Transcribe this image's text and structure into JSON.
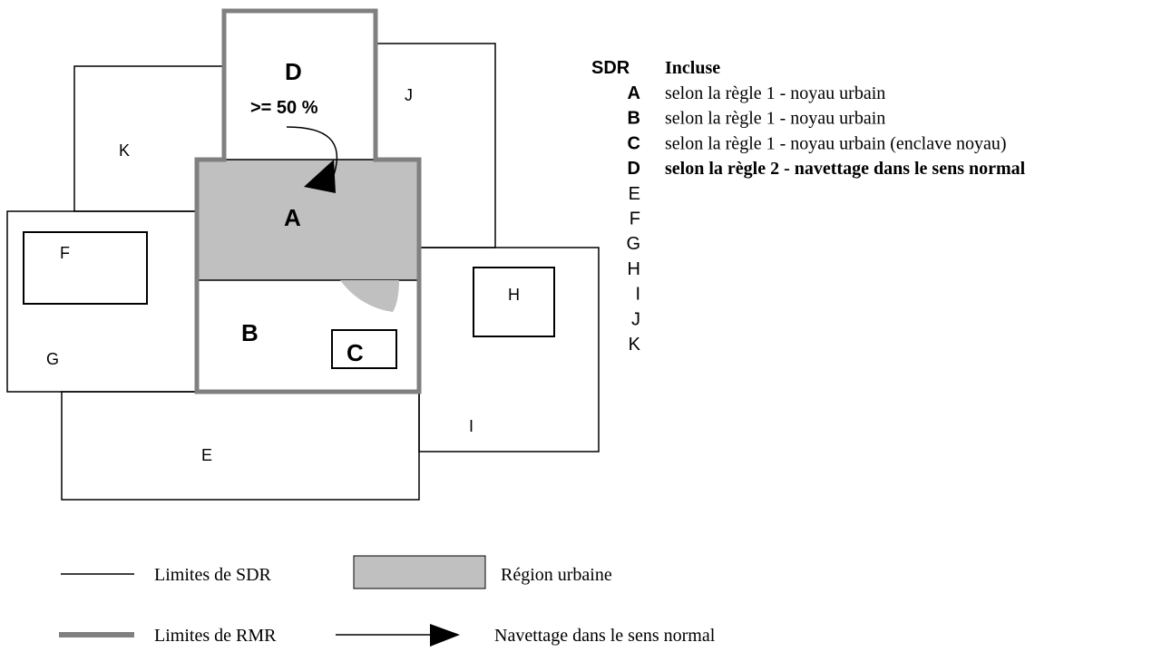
{
  "colors": {
    "line": "#000000",
    "rmr_border": "#808080",
    "urban_fill": "#c0c0c0",
    "background": "#ffffff"
  },
  "map": {
    "region_labels": {
      "K": "K",
      "J": "J",
      "F": "F",
      "G": "G",
      "H": "H",
      "I": "I",
      "E": "E",
      "A": "A",
      "B": "B",
      "C": "C",
      "D": "D"
    },
    "d_percent": ">= 50 %"
  },
  "list": {
    "header_code": "SDR",
    "header_desc": "Incluse",
    "items": [
      {
        "code": "A",
        "desc": "selon la règle 1 - noyau urbain",
        "bold": false
      },
      {
        "code": "B",
        "desc": "selon la règle 1 - noyau urbain",
        "bold": false
      },
      {
        "code": "C",
        "desc": "selon la règle 1 - noyau urbain (enclave noyau)",
        "bold": false
      },
      {
        "code": "D",
        "desc": "selon la règle 2 - navettage dans le sens normal",
        "bold": true
      },
      {
        "code": "E",
        "desc": "",
        "bold": false
      },
      {
        "code": "F",
        "desc": "",
        "bold": false
      },
      {
        "code": "G",
        "desc": "",
        "bold": false
      },
      {
        "code": "H",
        "desc": "",
        "bold": false
      },
      {
        "code": "I",
        "desc": "",
        "bold": false
      },
      {
        "code": "J",
        "desc": "",
        "bold": false
      },
      {
        "code": "K",
        "desc": "",
        "bold": false
      }
    ]
  },
  "legend": {
    "sdr_limits": "Limites de SDR",
    "urban_region": "Région urbaine",
    "rmr_limits": "Limites de RMR",
    "commuting": "Navettage dans le sens normal"
  }
}
